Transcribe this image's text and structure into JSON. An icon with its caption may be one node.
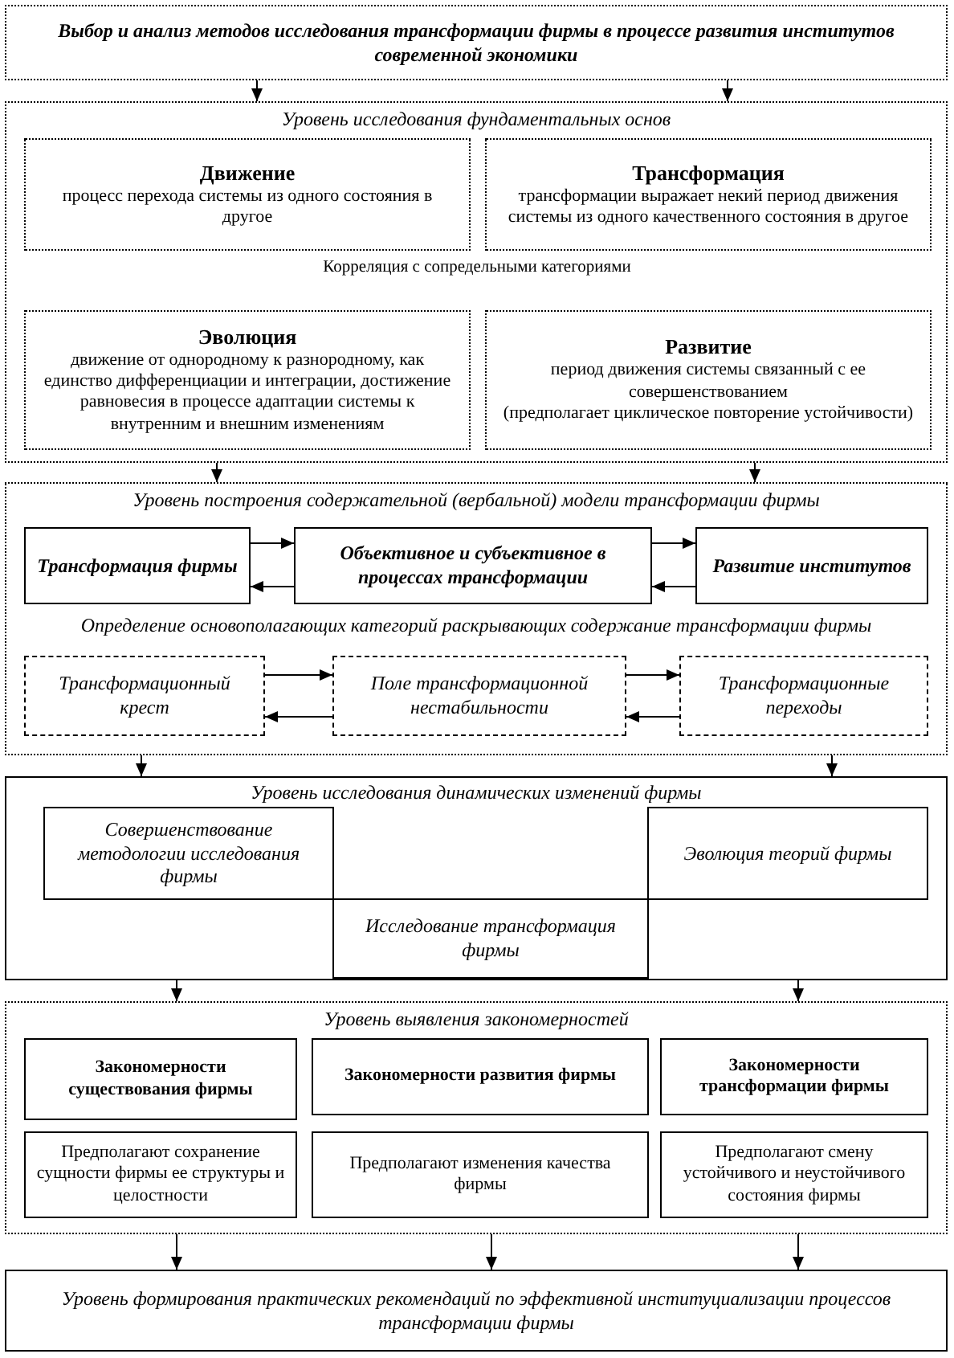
{
  "diagram": {
    "nodes": [
      {
        "text": [
          "Выбор и анализ методов исследования трансформации фирмы в процессе развития институтов современной экономики"
        ]
      },
      {
        "text": [
          "Уровень исследования фундаментальных основ"
        ]
      },
      {
        "text": [
          "Движение",
          "процесс перехода системы из одного состояния в другое"
        ],
        "in": 1
      },
      {
        "text": [
          "Трансформация",
          "трансформации выражает некий период движения системы из одного качественного состояния в другое"
        ],
        "in": 1
      },
      {
        "text": [
          "Эволюция",
          "движение от однородному к разнородному, как единство дифференциации и интеграции, достижение равновесия в процессе адаптации системы к внутренним и внешним изменениям"
        ],
        "in": 1
      },
      {
        "text": [
          "Развитие",
          "период движения системы связанный с ее совершенствованием",
          "(предполагает циклическое повторение устойчивости)"
        ],
        "in": 1
      },
      {
        "text": [
          "Уровень построения содержательной (вербальной) модели трансформации фирмы",
          "Определение основополагающих категорий раскрывающих содержание трансформации фирмы"
        ]
      },
      {
        "text": [
          "Трансформация фирмы"
        ],
        "in": 6
      },
      {
        "text": [
          "Объективное и субъективное в процессах трансформации"
        ],
        "in": 6
      },
      {
        "text": [
          "Развитие институтов"
        ],
        "in": 6
      },
      {
        "text": [
          "Трансформационный крест"
        ],
        "in": 6
      },
      {
        "text": [
          "Поле трансформационной нестабильности"
        ],
        "in": 6
      },
      {
        "text": [
          "Трансформационные переходы"
        ],
        "in": 6
      },
      {
        "text": [
          "Уровень исследования динамических изменений фирмы"
        ]
      },
      {
        "text": [
          "Совершенствование методологии исследования фирмы"
        ],
        "in": 13
      },
      {
        "text": [
          "Эволюция теорий фирмы"
        ],
        "in": 13
      },
      {
        "text": [
          "Исследование трансформация фирмы"
        ],
        "in": 13
      },
      {
        "text": [
          "Уровень выявления закономерностей"
        ]
      },
      {
        "text": [
          "Закономерности существования фирмы"
        ],
        "in": 17
      },
      {
        "text": [
          "Закономерности развития фирмы"
        ],
        "in": 17
      },
      {
        "text": [
          "Закономерности трансформации фирмы"
        ],
        "in": 17
      },
      {
        "text": [
          "Предполагают сохранение сущности фирмы ее структуры и целостности"
        ],
        "in": 17
      },
      {
        "text": [
          "Предполагают изменения качества фирмы"
        ],
        "in": 17
      },
      {
        "text": [
          "Предполагают смену устойчивого и неустойчивого состояния фирмы"
        ],
        "in": 17
      },
      {
        "text": [
          "Уровень формирования практических рекомендаций по эффективной институциализации процессов трансформации фирмы"
        ]
      }
    ],
    "edges": [
      {
        "from": 0,
        "to": 1,
        "arrow": "to"
      },
      {
        "from": 0,
        "to": 1,
        "arrow": "to"
      },
      {
        "from": 1,
        "to": 6,
        "arrow": "to"
      },
      {
        "from": 1,
        "to": 6,
        "arrow": "to"
      },
      {
        "from": 7,
        "to": 8,
        "arrow": "to"
      },
      {
        "from": 8,
        "to": 7,
        "arrow": "to"
      },
      {
        "from": 8,
        "to": 9,
        "arrow": "to"
      },
      {
        "from": 9,
        "to": 8,
        "arrow": "to"
      },
      {
        "from": 10,
        "to": 11,
        "arrow": "to"
      },
      {
        "from": 11,
        "to": 10,
        "arrow": "to"
      },
      {
        "from": 11,
        "to": 12,
        "arrow": "to"
      },
      {
        "from": 12,
        "to": 11,
        "arrow": "to"
      },
      {
        "from": 6,
        "to": 13,
        "arrow": "to"
      },
      {
        "from": 6,
        "to": 13,
        "arrow": "to"
      },
      {
        "from": 13,
        "to": 17,
        "arrow": "to"
      },
      {
        "from": 13,
        "to": 17,
        "arrow": "to"
      },
      {
        "from": 17,
        "to": 24,
        "arrow": "to"
      },
      {
        "from": 17,
        "to": 24,
        "arrow": "to"
      },
      {
        "from": 17,
        "to": 24,
        "arrow": "to"
      }
    ],
    "labels": [
      "Корреляция с сопредельными категориями"
    ]
  }
}
